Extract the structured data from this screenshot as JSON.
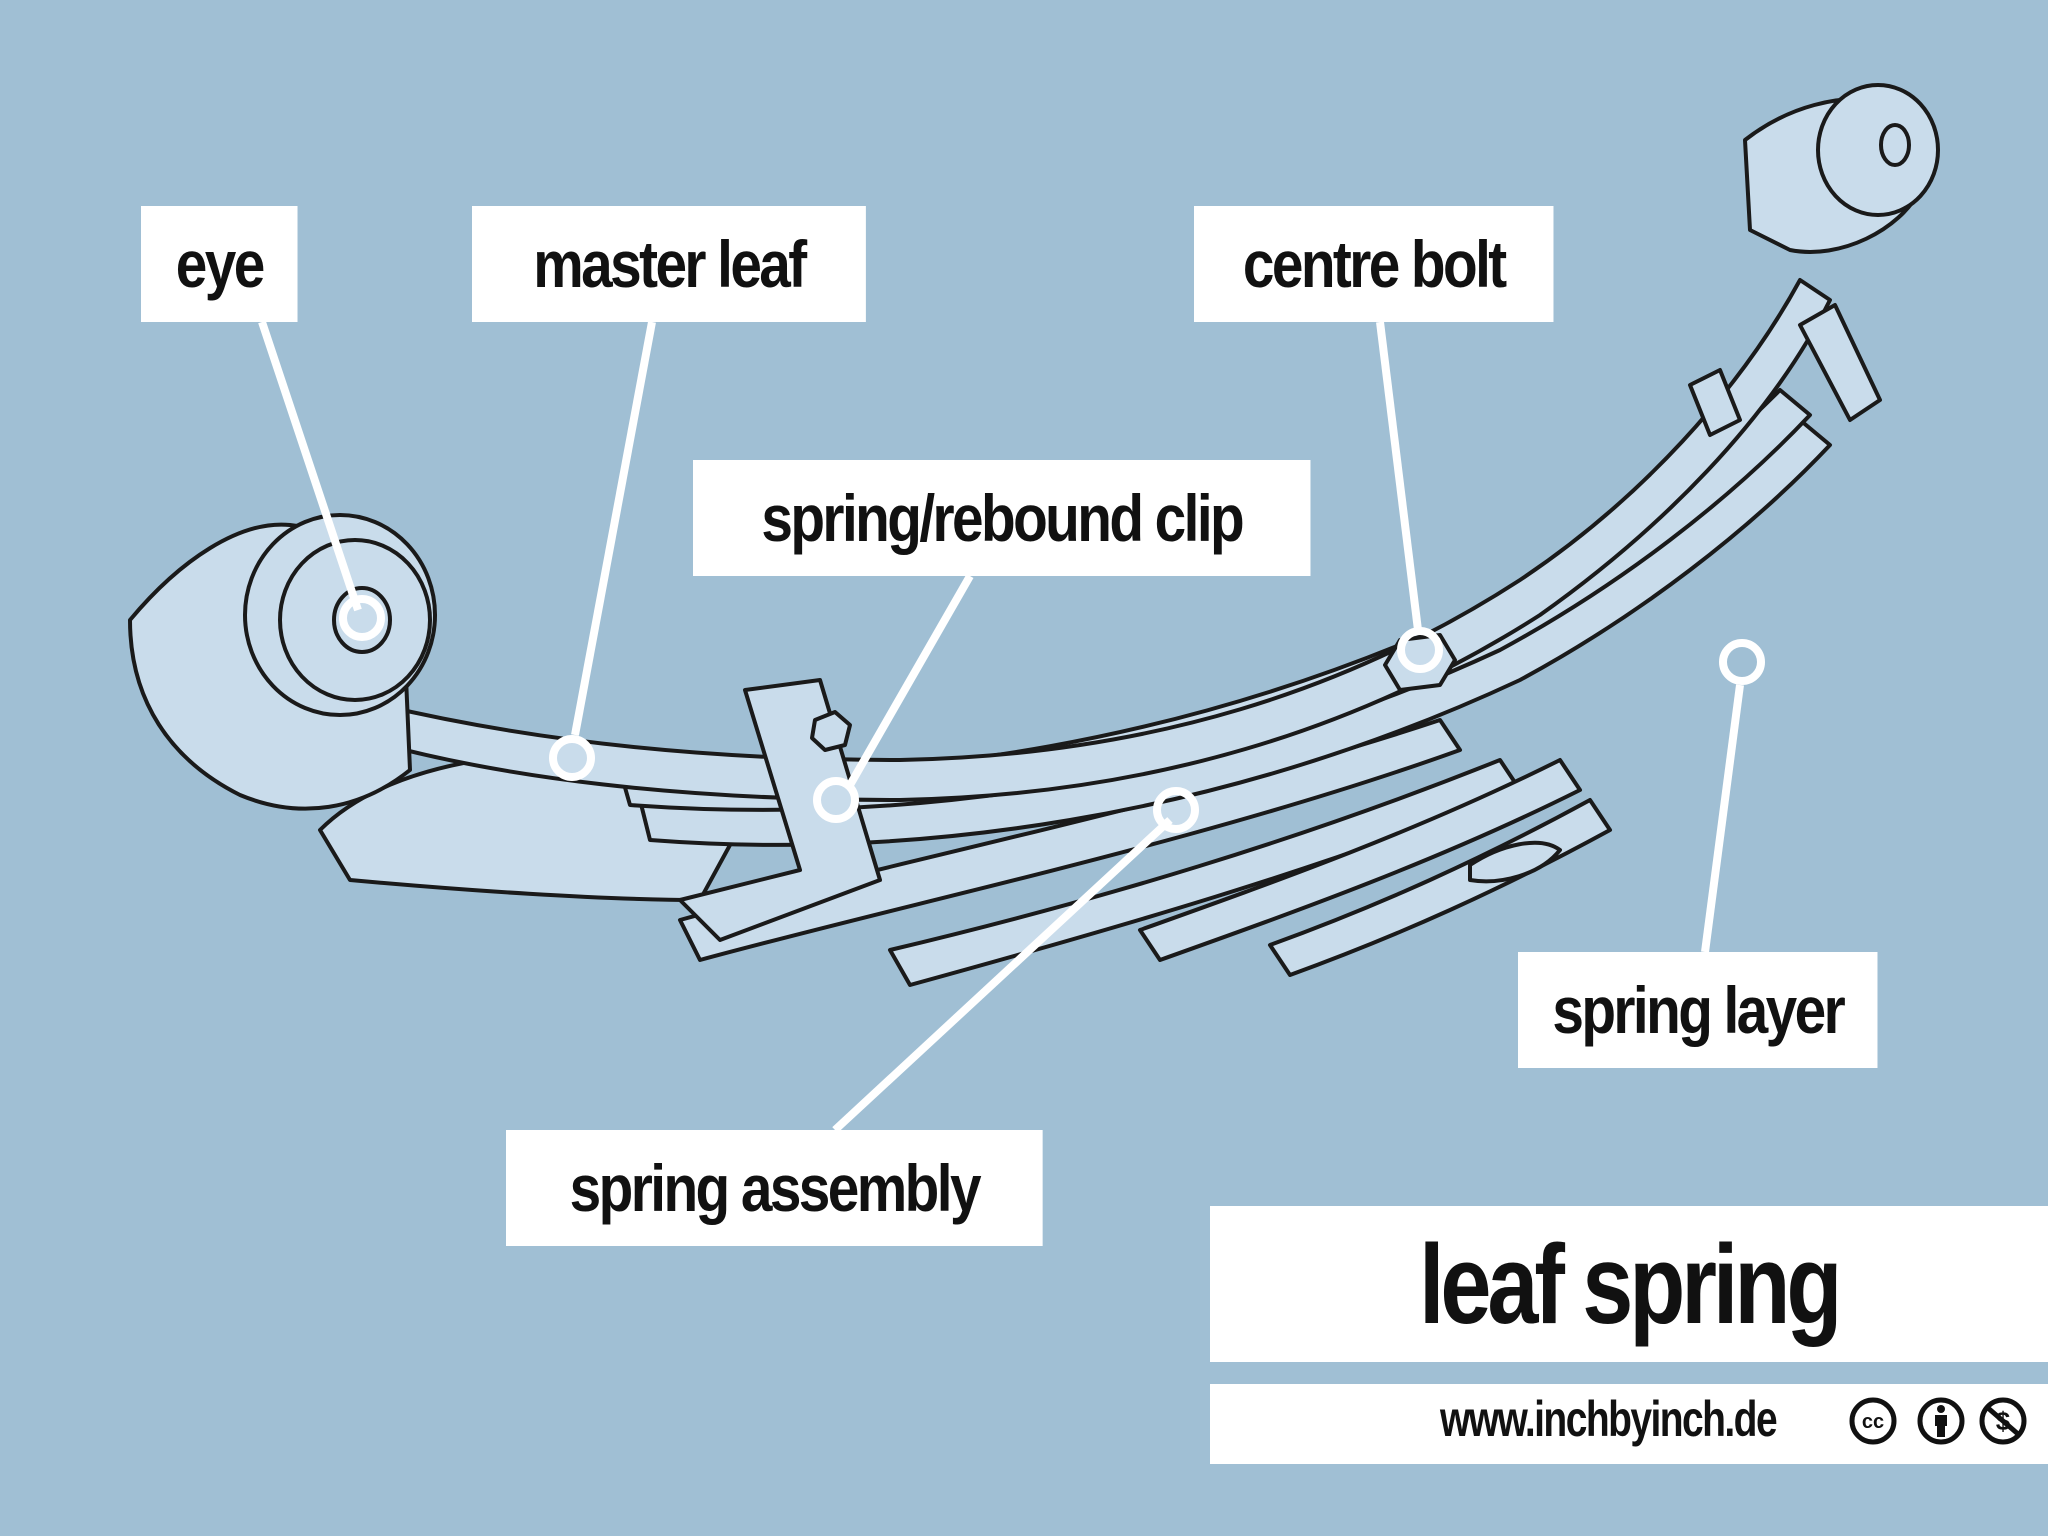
{
  "diagram": {
    "title": "leaf spring",
    "subject": "leaf-spring",
    "colors": {
      "background": "#a0bfd4",
      "metal_fill": "#c9dceb",
      "outline": "#1a1a1a",
      "callout": "#ffffff"
    },
    "labels": {
      "eye": "eye",
      "master_leaf": "master leaf",
      "clip": "spring/rebound clip",
      "centre_bolt": "centre bolt",
      "spring_layer": "spring layer",
      "spring_assembly": "spring assembly"
    }
  },
  "footer": {
    "website": "www.inchbyinch.de",
    "license_icons": [
      "cc-icon",
      "by-attribution-icon",
      "noncommercial-icon"
    ],
    "license_text": {
      "cc": "cc"
    }
  }
}
